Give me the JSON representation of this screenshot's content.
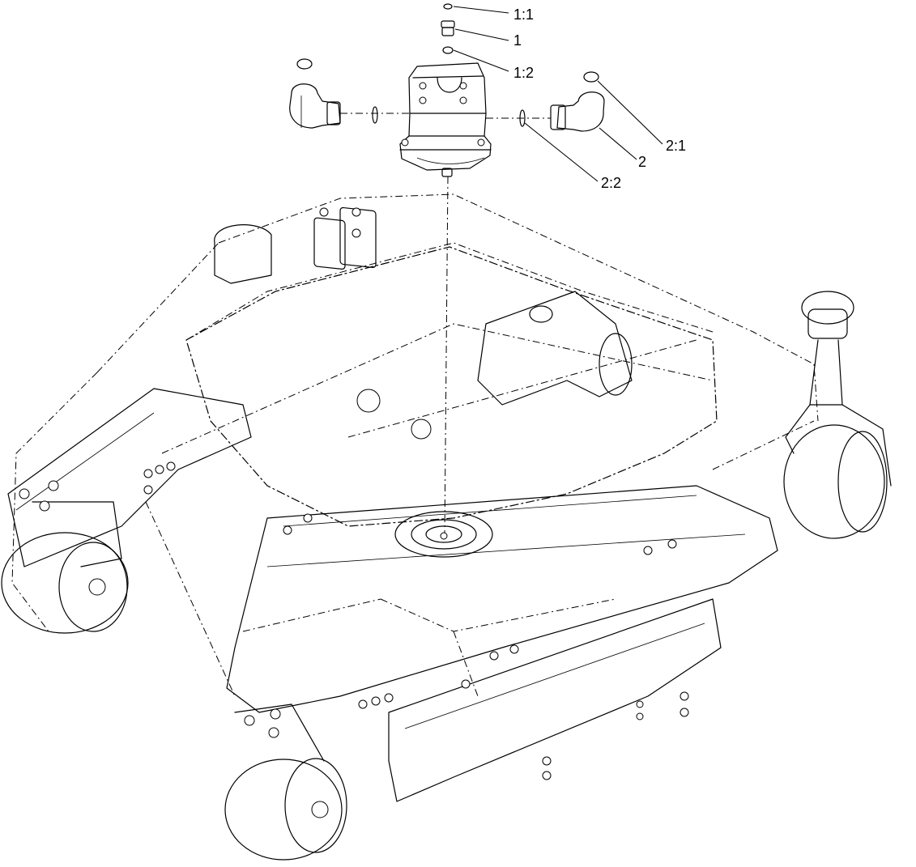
{
  "callouts": [
    {
      "id": "1-1",
      "label": "1:1"
    },
    {
      "id": "1",
      "label": "1"
    },
    {
      "id": "1-2",
      "label": "1:2"
    },
    {
      "id": "2-1",
      "label": "2:1"
    },
    {
      "id": "2",
      "label": "2"
    },
    {
      "id": "2-2",
      "label": "2:2"
    }
  ]
}
